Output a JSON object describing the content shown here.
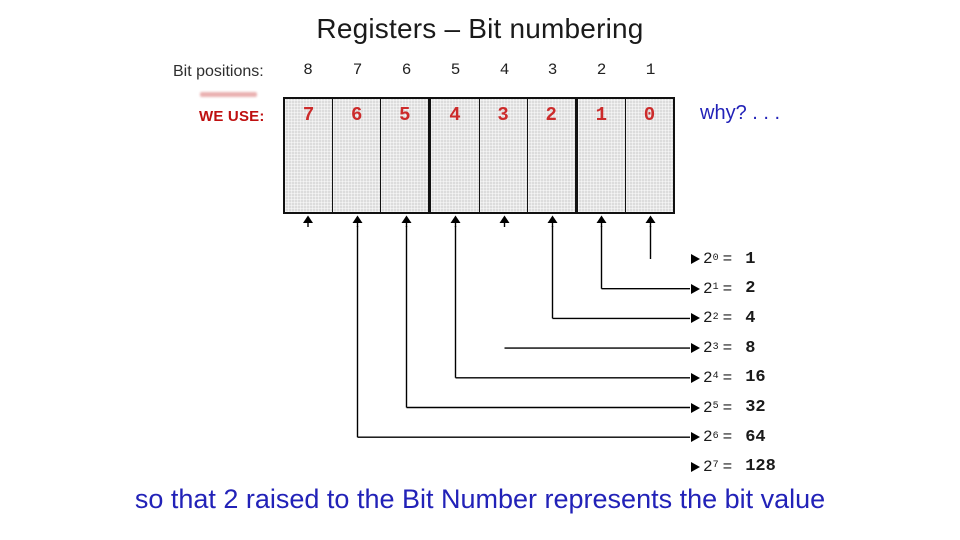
{
  "title": "Registers – Bit numbering",
  "bit_positions": {
    "label": "Bit positions:",
    "values": [
      "8",
      "7",
      "6",
      "5",
      "4",
      "3",
      "2",
      "1"
    ]
  },
  "register": {
    "we_use_label": "WE USE:",
    "cells": [
      "7",
      "6",
      "5",
      "4",
      "3",
      "2",
      "1",
      "0"
    ]
  },
  "why_text": "why?  . . .",
  "powers": [
    {
      "base": "2",
      "exponent": "0",
      "equals": "=",
      "value": "1"
    },
    {
      "base": "2",
      "exponent": "1",
      "equals": "=",
      "value": "2"
    },
    {
      "base": "2",
      "exponent": "2",
      "equals": "=",
      "value": "4"
    },
    {
      "base": "2",
      "exponent": "3",
      "equals": "=",
      "value": "8"
    },
    {
      "base": "2",
      "exponent": "4",
      "equals": "=",
      "value": "16"
    },
    {
      "base": "2",
      "exponent": "5",
      "equals": "=",
      "value": "32"
    },
    {
      "base": "2",
      "exponent": "6",
      "equals": "=",
      "value": "64"
    },
    {
      "base": "2",
      "exponent": "7",
      "equals": "=",
      "value": "128"
    }
  ],
  "bottom_text": "so that 2 raised to the Bit Number represents the bit value",
  "colors": {
    "accent_red": "#bf1010",
    "digit_red": "#cc2b2b",
    "blue": "#2222b8",
    "box_fill": "#dcdcdc",
    "line": "#000000"
  }
}
